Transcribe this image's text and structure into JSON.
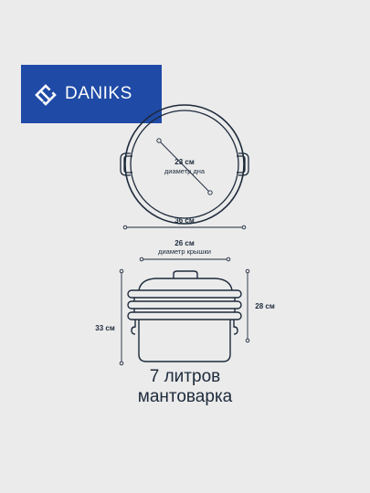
{
  "brand": {
    "name": "DANIKS",
    "color": "#1f4aa6"
  },
  "top_view": {
    "bottom_diameter_value": "23 см",
    "bottom_diameter_label": "диаметр дна",
    "overall_width_value": "36 см"
  },
  "side_view": {
    "lid_diameter_value": "26 см",
    "lid_diameter_label": "диаметр крышки",
    "total_height_value": "33 см",
    "body_height_value": "28 см"
  },
  "caption": {
    "line1": "7 литров",
    "line2": "мантоварка"
  },
  "colors": {
    "stroke": "#1d2a3b",
    "background": "#ebebeb"
  }
}
